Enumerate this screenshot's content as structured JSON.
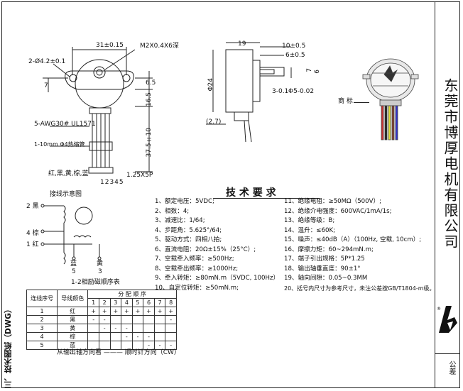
{
  "drawing": {
    "dims_front": {
      "width": "31±0.15",
      "mount_hole": "2-Ø4.2±0.1",
      "screw": "M2X0.4X6深",
      "left_7": "7",
      "right_65": "6.5",
      "right_165": "16.5",
      "right_375": "37.5±10",
      "wire_label": "5-AWG30# UL1571",
      "tube_label": "1-10mm Φ4热缩管",
      "colors_label": "红,黑,黄,棕,蓝",
      "connector_numbers": "12345",
      "connector_pitch": "1.25X5P"
    },
    "dims_side": {
      "d19": "19",
      "d10": "10±0.5",
      "d6": "6±0.5",
      "shaft3": "3-0.1",
      "shaft_dia": "Φ5-0.02",
      "body_dia": "Φ24",
      "d27": "(2.7)",
      "d7": "7",
      "d6b": "6"
    },
    "photo_label": "商  标"
  },
  "title": {
    "tech_req": "技  术  要  求"
  },
  "wiring": {
    "title": "接线示意图",
    "labels": [
      "2 黑",
      "4 棕",
      "1 红"
    ],
    "bottom_labels": [
      "蓝",
      "5",
      "黄",
      "3"
    ]
  },
  "specs_left": [
    "1、额定电压：5VDC;",
    "2、相数：4;",
    "3、减速比：1/64;",
    "4、步距角：5.625°/64;",
    "5、驱动方式：四相八拍;",
    "6、直流电阻：20Ω±15%（25°C）;",
    "7、空载牵入频率：≥500Hz;",
    "8、空载牵出频率：≥1000Hz;",
    "9、牵入转矩：≥80mN.m（5VDC, 100Hz）",
    "10、自定位转矩：≥50mN.m;"
  ],
  "specs_right": [
    "11、绝缘电阻：≥50MΩ（500V）;",
    "12、绝缘介电强度：600VAC/1mA/1s;",
    "13、绝缘等级：B;",
    "14、温升：≤60K;",
    "15、噪声：≤40dB（A）（100Hz, 空载, 10cm）;",
    "16、摩擦力矩：60~294mN.m;",
    "17、端子引出规格：5P*1.25",
    "18、输出轴垂直度：90±1°",
    "19、轴向间隙：0.05~0.3MM",
    "20、括号内尺寸为参考尺寸，未注公差按GB/T1804-m级。"
  ],
  "sequence": {
    "caption": "1-2相励磁顺序表",
    "col_seq": "连线序号",
    "col_color": "导线颜色",
    "col_assign": "分  配  顺  序",
    "steps": [
      "1",
      "2",
      "3",
      "4",
      "5",
      "6",
      "7",
      "8"
    ],
    "rows": [
      {
        "num": "1",
        "color": "红",
        "cells": [
          "+",
          "+",
          "+",
          "+",
          "+",
          "+",
          "+",
          "+"
        ]
      },
      {
        "num": "2",
        "color": "黑",
        "cells": [
          "-",
          "-",
          "",
          "",
          "",
          "",
          "",
          "-"
        ]
      },
      {
        "num": "3",
        "color": "黄",
        "cells": [
          "",
          "-",
          "-",
          "-",
          "",
          "",
          "",
          ""
        ]
      },
      {
        "num": "4",
        "color": "棕",
        "cells": [
          "",
          "",
          "",
          "-",
          "-",
          "-",
          "",
          ""
        ]
      },
      {
        "num": "5",
        "color": "蓝",
        "cells": [
          "",
          "",
          "",
          "",
          "",
          "-",
          "-",
          "-"
        ]
      }
    ],
    "footer": "从输出轴方向看 ——— 顺时针方向（CW）"
  },
  "company": "东莞市博厚电机有限公司",
  "section_title": "三、技术图纸（DWG）",
  "tolerance_label": "公差"
}
